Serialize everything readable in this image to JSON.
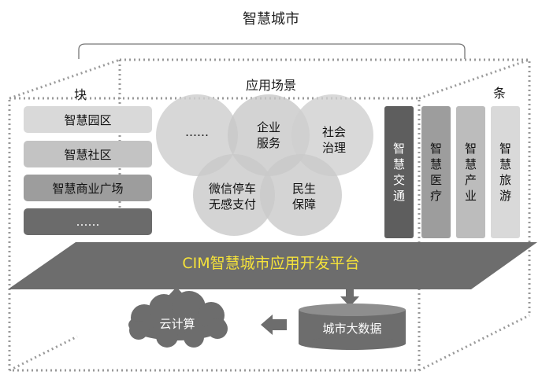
{
  "title": "智慧城市",
  "scene_label": "应用场景",
  "left_group_label": "块",
  "right_group_label": "条",
  "blocks": [
    {
      "label": "智慧园区"
    },
    {
      "label": "智慧社区"
    },
    {
      "label": "智慧商业广场"
    },
    {
      "label": "……"
    }
  ],
  "circles": [
    {
      "line1": "……",
      "line2": ""
    },
    {
      "line1": "企业",
      "line2": "服务"
    },
    {
      "line1": "社会",
      "line2": "治理"
    },
    {
      "line1": "微信停车",
      "line2": "无感支付"
    },
    {
      "line1": "民生",
      "line2": "保障"
    }
  ],
  "bars": [
    {
      "chars": [
        "智",
        "慧",
        "交",
        "通"
      ]
    },
    {
      "chars": [
        "智",
        "慧",
        "医",
        "疗"
      ]
    },
    {
      "chars": [
        "智",
        "慧",
        "产",
        "业"
      ]
    },
    {
      "chars": [
        "智",
        "慧",
        "旅",
        "游"
      ]
    }
  ],
  "platform": {
    "label": "CIM智慧城市应用开发平台",
    "label_color": "#f5e23a",
    "fill_color": "#6d6d6d"
  },
  "cloud": {
    "label": "云计算"
  },
  "big_data": {
    "label": "城市大数据"
  },
  "colors": {
    "dark": "#5e5e5e",
    "mid": "#9d9d9d",
    "light": "#d9d9d9",
    "dots": "#999999"
  }
}
